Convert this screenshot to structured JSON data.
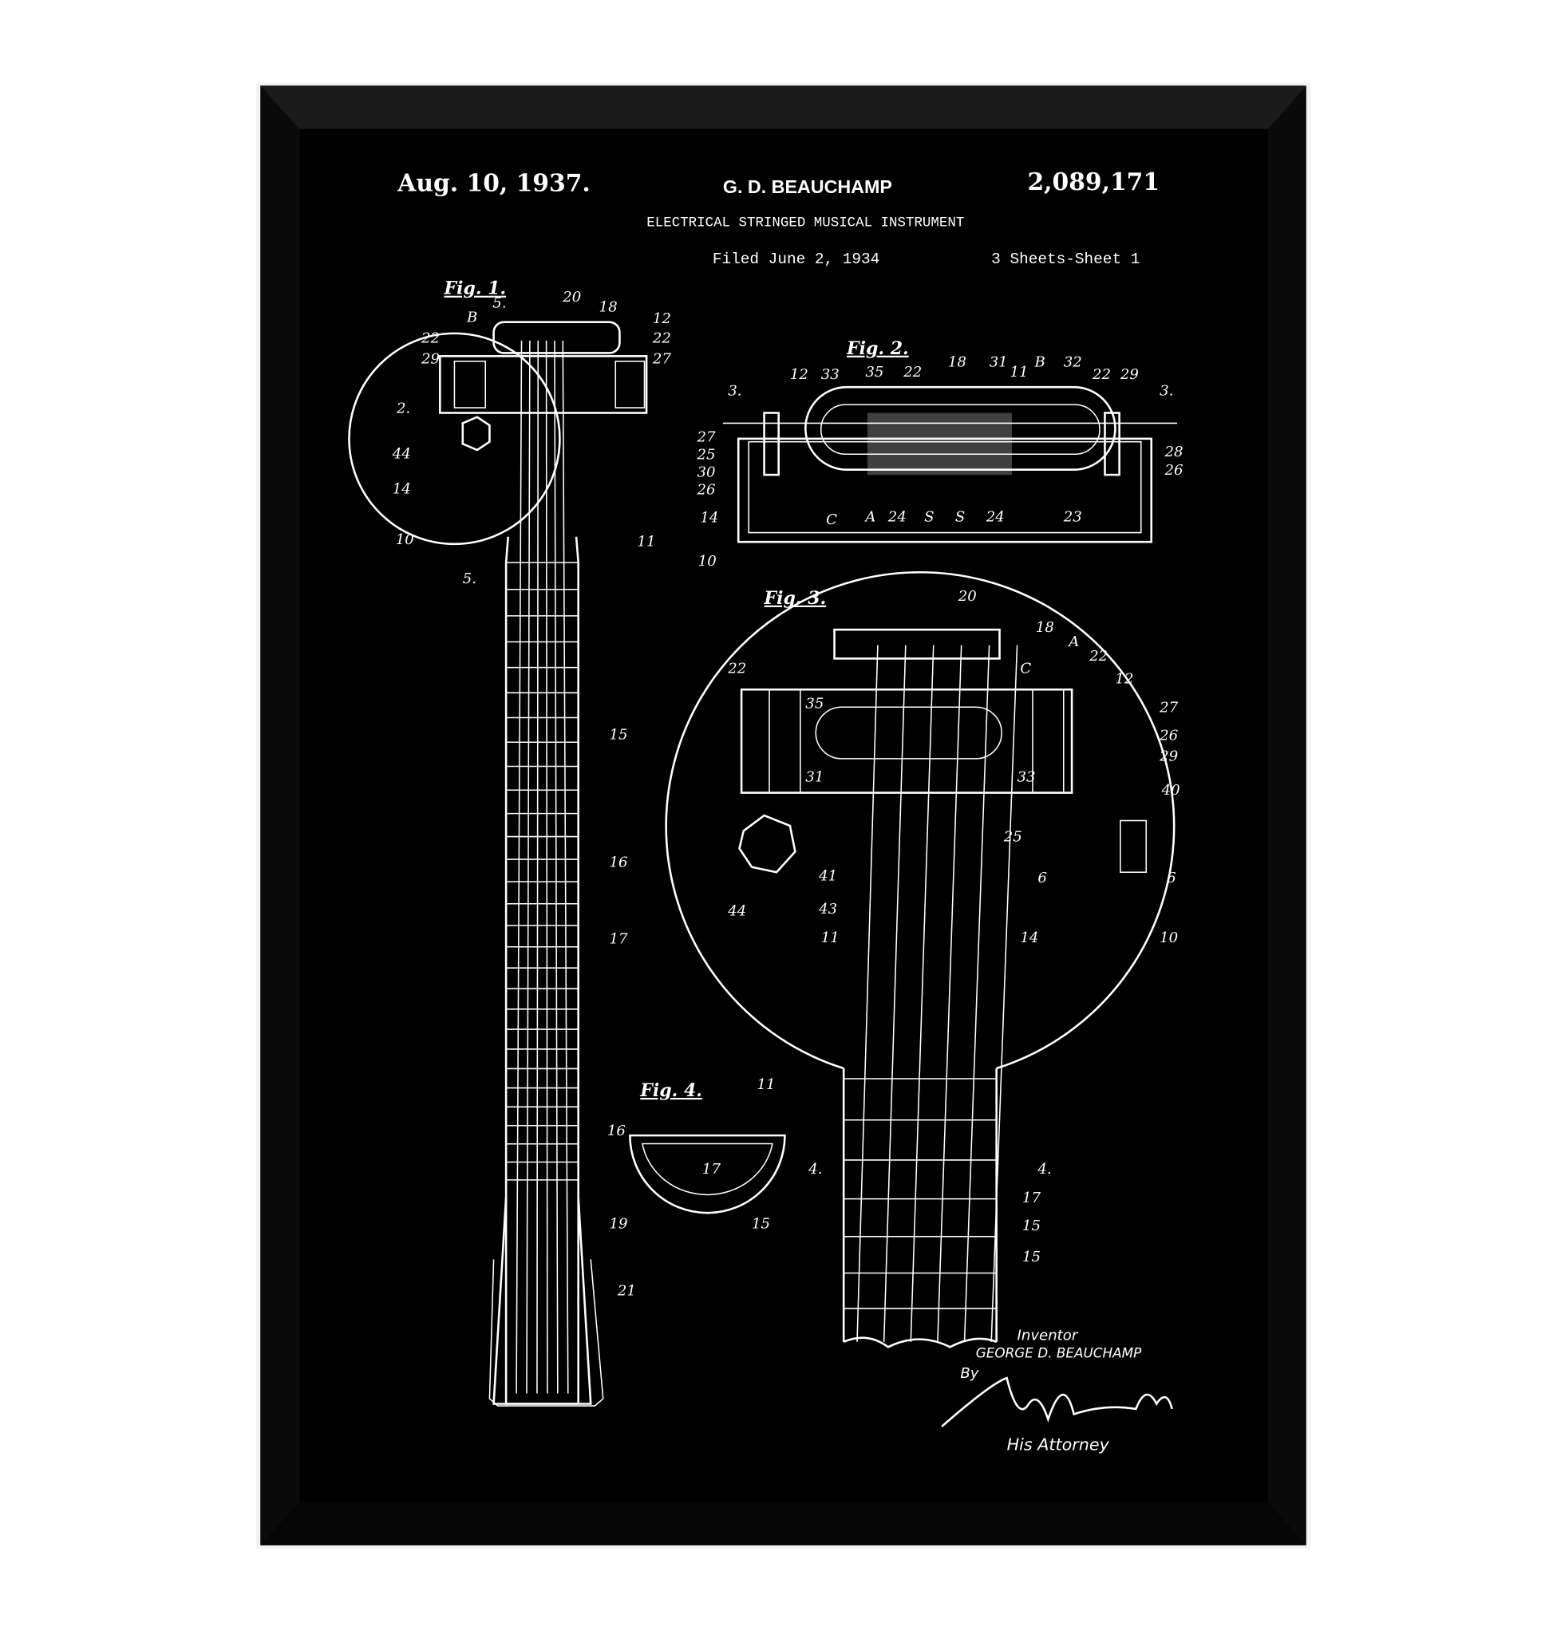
{
  "poster": {
    "date": "Aug. 10, 1937.",
    "inventor_header": "G. D. BEAUCHAMP",
    "patent_number": "2,089,171",
    "title": "ELECTRICAL STRINGED MUSICAL INSTRUMENT",
    "filed": "Filed June 2, 1934",
    "sheets": "3 Sheets-Sheet 1",
    "figures": [
      "Fig. 1.",
      "Fig. 2.",
      "Fig. 3.",
      "Fig. 4."
    ],
    "signature_block": {
      "inventor_label": "Inventor",
      "inventor_name": "GEORGE D. BEAUCHAMP",
      "by": "By",
      "attorney_label": "His Attorney"
    },
    "colors": {
      "frame": "#0a0a0a",
      "background": "#000000",
      "ink": "#ffffff",
      "wall": "#ffffff"
    }
  },
  "refs": {
    "fig1": [
      "20",
      "18",
      "12",
      "22",
      "B",
      "22",
      "29",
      "27",
      "2.",
      "44",
      "14",
      "10",
      "11",
      "5.",
      "5.",
      "15",
      "16",
      "17",
      "19",
      "21"
    ],
    "fig2": [
      "12",
      "33",
      "35",
      "22",
      "18",
      "31",
      "11",
      "B",
      "32",
      "22",
      "29",
      "3.",
      "3.",
      "27",
      "25",
      "30",
      "26",
      "14",
      "10",
      "28",
      "26",
      "C",
      "A",
      "24",
      "S",
      "S",
      "24",
      "23"
    ],
    "fig3": [
      "20",
      "18",
      "A",
      "22",
      "12",
      "22",
      "C",
      "35",
      "27",
      "26",
      "29",
      "31",
      "33",
      "40",
      "25",
      "41",
      "6",
      "6",
      "44",
      "43",
      "11",
      "14",
      "10",
      "4.",
      "4.",
      "17",
      "15",
      "15"
    ],
    "fig4": [
      "11",
      "16",
      "17",
      "15"
    ]
  }
}
